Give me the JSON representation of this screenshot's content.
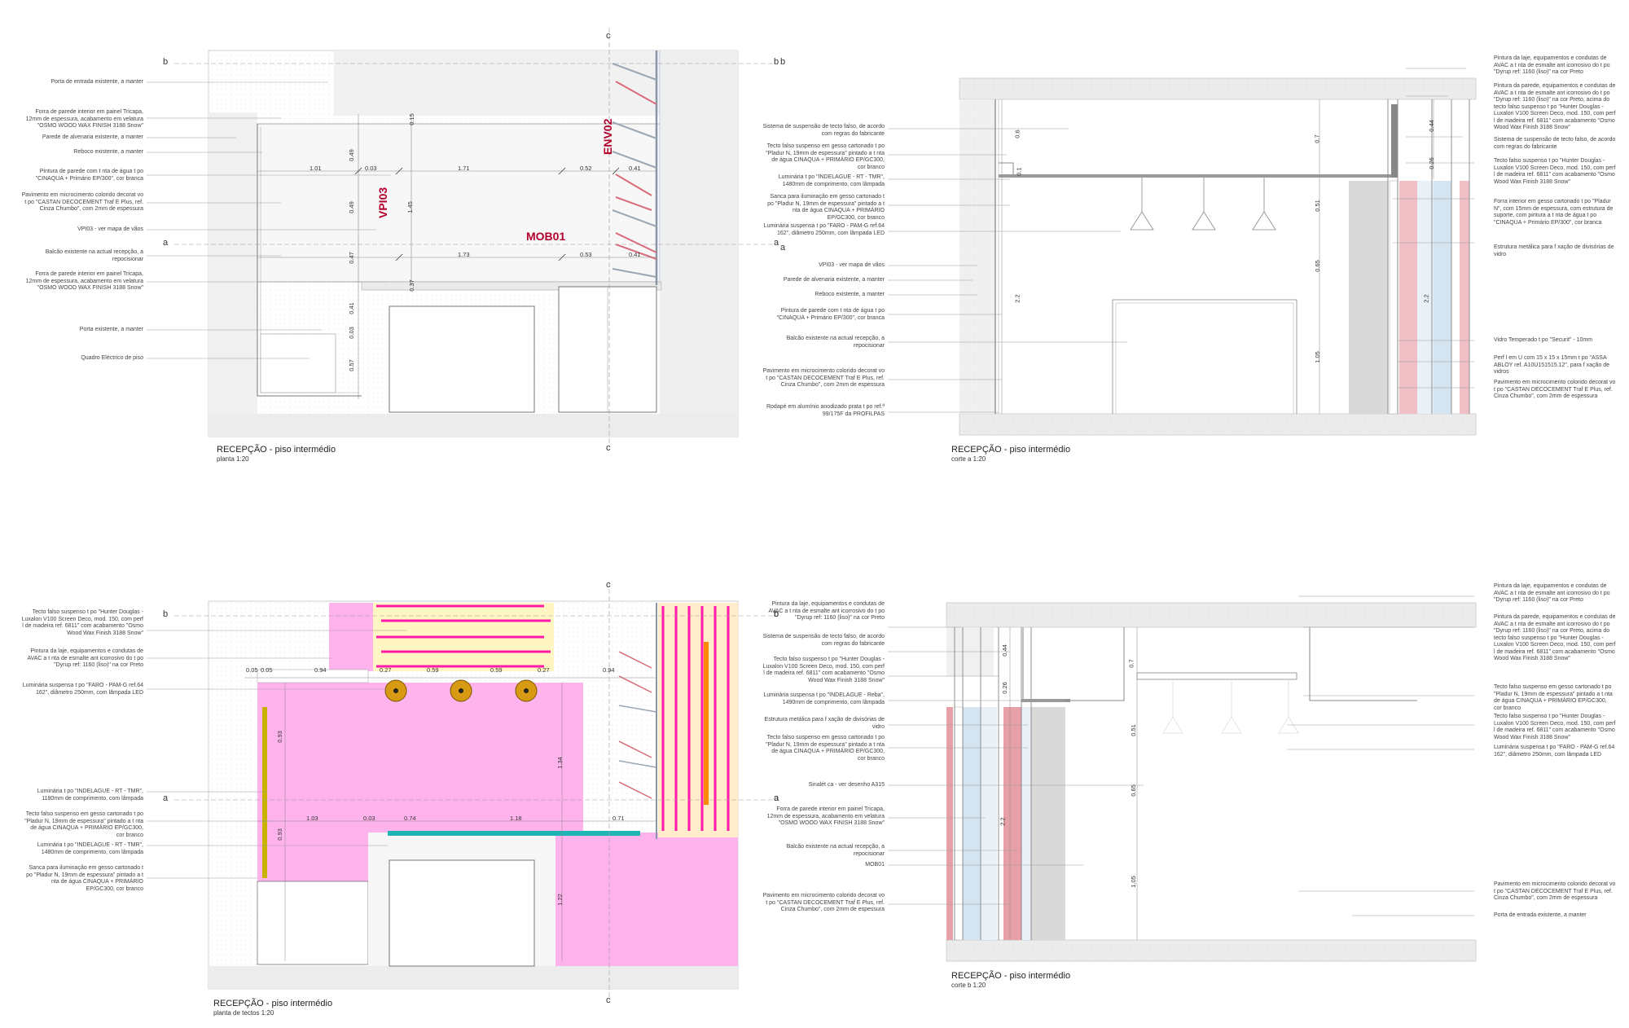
{
  "panels": {
    "planta": {
      "title": "RECEPÇÃO -  piso intermédio",
      "subtitle": "planta 1:20",
      "section_marks": {
        "b": "b",
        "a": "a",
        "c": "c"
      },
      "tags": {
        "env": "ENV02",
        "vpi": "VPI03",
        "mob": "MOB01"
      },
      "dims": [
        "0.15",
        "0.49",
        "1.01",
        "0.03",
        "1.71",
        "0.52",
        "0.41",
        "0.49",
        "1.45",
        "0.47",
        "1.73",
        "0.53",
        "0.41",
        "0.37",
        "0.41",
        "0.03",
        "0.57"
      ],
      "notes": [
        "Porta de entrada existente, a manter",
        "Forra de parede interior em painel Tricapa, 12mm de espessura, acabamento em velatura \"OSMO WOOD WAX FINISH 3188 Snow\"",
        "Parede de alvenaria existente, a manter",
        "Reboco existente, a manter",
        "Pintura de parede com t nta de água t po \"CINAQUA + Primário EP/300\", cor branca",
        "Pavimento em microcimento colorido decorat vo t po \"CASTAN DECOCEMENT Traf  E Plus, ref. Cinza Chumbo\", com 2mm de espessura",
        "VPI03 - ver mapa de vãos",
        "Balcão existente na actual recepção, a repocisionar",
        "Forra de parede interior em painel Tricapa, 12mm de espessura, acabamento em velatura \"OSMO WOOD WAX FINISH 3188 Snow\"",
        "Porta existente, a manter",
        "Quadro Eléctrico de piso"
      ]
    },
    "corte_a": {
      "title": "RECEPÇÃO -  piso intermédio",
      "subtitle": "corte a 1:20",
      "section_marks": {
        "b": "b",
        "a": "a"
      },
      "dims": [
        "0.6",
        "0.1",
        "2.2",
        "0.7",
        "0.51",
        "0.65",
        "1.05",
        "0.44",
        "0.26",
        "2.2"
      ],
      "notes_left": [
        "Sistema de suspensão de tecto falso, de acordo com regras do fabricante",
        "Tecto falso suspenso em gesso cartonado t po \"Pladur N, 19mm de espessura\" pintado a t nta de água CINAQUA + PRIMÁRIO EP/GC300, cor branco",
        "Luminária  t po \"INDELAGUE - RT - TMR\", 1480mm de comprimento, com lâmpada",
        "Sanca para iluminação em gesso cartonado t po \"Pladur N, 19mm de espessura\" pintado a t nta de água CINAQUA + PRIMÁRIO EP/GC300, cor branco",
        "Luminária suspensa t po \"FARO - PAM-G ref.64 162\", diâmetro 250mm, com lâmpada LED",
        "VPI03 - ver mapa de vãos",
        "Parede de alvenaria existente, a manter",
        "Reboco existente, a manter",
        "Pintura de parede com t nta de água t po \"CINAQUA + Primário EP/300\", cor branca",
        "Balcão existente na actual recepção, a repocisionar",
        "Pavimento em microcimento colorido decorat vo t po \"CASTAN DECOCEMENT Traf  E Plus, ref. Cinza Chumbo\", com 2mm de espessura",
        "Rodapé em alumínio anodizado prata t po ref.ª 99/175F da PROFILPAS"
      ],
      "notes_right": [
        "Pintura da laje, equipamentos e condutas de AVAC a t nta de esmalte ant icorrosivo do t po \"Dyrup ref: 1160 (liso)\" na cor Preto",
        "Pintura da parede, equipamentos e condutas de AVAC a t nta de esmalte ant icorrosivo do t po \"Dyrup ref: 1160 (liso)\" na cor Preto, acima do tecto falso suspenso t po \"Hunter Douglas - Luxalon V100 Screen Deco, mod. 150, com perf l de madeira ref. 6811\" com acabamento \"Osmo Wood Wax Finish 3188 Snow\"",
        "Sistema de suspensão de tecto falso, de acordo com regras do fabricante",
        "Tecto falso suspenso t po \"Hunter Douglas - Luxalon V100 Screen Deco, mod. 150, com perf l de madeira ref. 6811\" com acabamento \"Osmo Wood Wax Finish 3188 Snow\"",
        "Forra interior em gesso cartonado t po \"Pladur N\", com 15mm de espessura,  com estrutura de suporte, com pintura a t nta de água t po \"CINAQUA + Primário EP/300\", cor branca",
        "Estrutura metálica para f xação de divisórias de vidro",
        "Vidro Temperado t po \"Securit\" - 10mm",
        "Perf l em U  com 15 x 15 x 15mm t po \"ASSA ABLOY ref. A10U151515.12\", para f xação de vidros",
        "Pavimento em microcimento colorido decorat vo t po \"CASTAN DECOCEMENT Traf  E Plus, ref. Cinza Chumbo\", com 2mm de espessura"
      ]
    },
    "planta_tectos": {
      "title": "RECEPÇÃO - piso intermédio",
      "subtitle": "planta de tectos 1:20",
      "section_marks": {
        "b": "b",
        "a": "a",
        "c": "c"
      },
      "dims": [
        "0.05",
        "0.05",
        "0.94",
        "0.27",
        "0.59",
        "0.59",
        "0.27",
        "0.94",
        "0.93",
        "1.34",
        "1.03",
        "0.03",
        "0.74",
        "1.18",
        "0.71",
        "0.93",
        "1.22"
      ],
      "notes": [
        "Tecto falso suspenso t po \"Hunter Douglas - Luxalon V100 Screen Deco, mod. 150, com perf l de madeira ref. 6811\" com acabamento \"Osmo Wood Wax Finish 3188 Snow\"",
        "Pintura da laje, equipamentos e condutas de AVAC a t nta de esmalte ant icorrosivo do t po \"Dyrup ref: 1160 (liso)\" na cor Preto",
        "Luminária suspensa t po \"FARO - PAM-G ref.64 162\", diâmetro 250mm, com lâmpada LED",
        "Luminária  t po \"INDELAGUE - RT - TMR\", 1180mm de comprimento, com lâmpada",
        "Tecto falso suspenso em gesso cartonado t po \"Pladur N, 19mm de espessura\" pintado a t nta de água CINAQUA + PRIMÁRIO EP/GC300, cor branco",
        "Luminária  t po \"INDELAGUE - RT - TMR\", 1480mm de comprimento, com lâmpada",
        "Sanca para iluminação em gesso cartonado t po \"Pladur N, 19mm de espessura\" pintado a t nta de água CINAQUA + PRIMÁRIO EP/GC300, cor branco"
      ]
    },
    "corte_b": {
      "title": "RECEPÇÃO -  piso intermédio",
      "subtitle": "corte b 1:20",
      "section_marks": {
        "b": "b",
        "a": "a"
      },
      "dims": [
        "0.44",
        "0.26",
        "2.2",
        "0.7",
        "0.51",
        "0.65",
        "1.05"
      ],
      "notes_left": [
        "Pintura da laje, equipamentos e condutas de AVAC a t nta de esmalte ant icorrosivo do t po \"Dyrup ref: 1160 (liso)\" na cor Preto",
        "Sistema de suspensão de tecto falso, de acordo com regras do fabricante",
        "Tecto falso suspenso t po \"Hunter Douglas - Luxalon V100 Screen Deco, mod. 150, com perf l de madeira ref. 6811\" com acabamento \"Osmo Wood Wax Finish 3188 Snow\"",
        "Luminária suspensa t po \"INDELAGUE - Reba\", 1490mm de comprimento, com lâmpada",
        "Estrutura metálica para f xação de divisórias de vidro",
        "Tecto falso suspenso em gesso cartonado t po \"Pladur N, 19mm de espessura\" pintado a t nta de água CINAQUA + PRIMÁRIO EP/GC300, cor branco",
        "Sinalét ca - ver desenho A315",
        "Forra de parede interior em painel Tricapa, 12mm de espessura, acabamento em velatura \"OSMO WOOD WAX FINISH 3188 Snow\"",
        "Balcão existente na actual recepção, a repocisionar",
        "MOB01",
        "Pavimento em microcimento colorido decorat vo t po \"CASTAN DECOCEMENT Traf  E Plus, ref. Cinza Chumbo\", com 2mm de espessura"
      ],
      "notes_right": [
        "Pintura da laje, equipamentos e condutas de AVAC a t nta de esmalte ant icorrosivo do t po \"Dyrup ref: 1160 (liso)\" na cor Preto",
        "Pintura da parede, equipamentos e condutas de AVAC a t nta de esmalte ant icorrosivo do t po \"Dyrup ref: 1160 (liso)\" na cor Preto, acima do tecto falso suspenso t po \"Hunter Douglas - Luxalon V100 Screen Deco, mod. 150, com perf l de madeira ref. 6811\" com acabamento \"Osmo Wood Wax Finish 3188 Snow\"",
        "Tecto falso suspenso em gesso cartonado t po \"Pladur N, 19mm de espessura\" pintado a t nta de água CINAQUA + PRIMÁRIO EP/GC300, cor branco",
        "Tecto falso suspenso t po \"Hunter Douglas - Luxalon V100 Screen Deco, mod. 150, com perf l de madeira ref. 6811\" com acabamento \"Osmo Wood Wax Finish 3188 Snow\"",
        "Luminária suspensa t po \"FARO - PAM-G ref.64 162\", diâmetro 250mm, com lâmpada LED",
        "Pavimento em microcimento colorido decorat vo t po \"CASTAN DECOCEMENT Traf  E Plus, ref. Cinza Chumbo\", com 2mm de espessura",
        "Porta de entrada existente, a manter"
      ]
    }
  },
  "colors": {
    "wall_fill": "#f2f2f2",
    "hatch": "#d0d0d0",
    "magenta_fill": "#ffb3ec",
    "magenta_line": "#ff1aa8",
    "cream": "#fff6c4",
    "glass_red": "#e8a0a8",
    "glass_blue": "#cfe2f0",
    "teal": "#1fb5b5",
    "orange": "#ff8a00",
    "lamp": "#d79a12",
    "tag_red": "#b3002d"
  }
}
